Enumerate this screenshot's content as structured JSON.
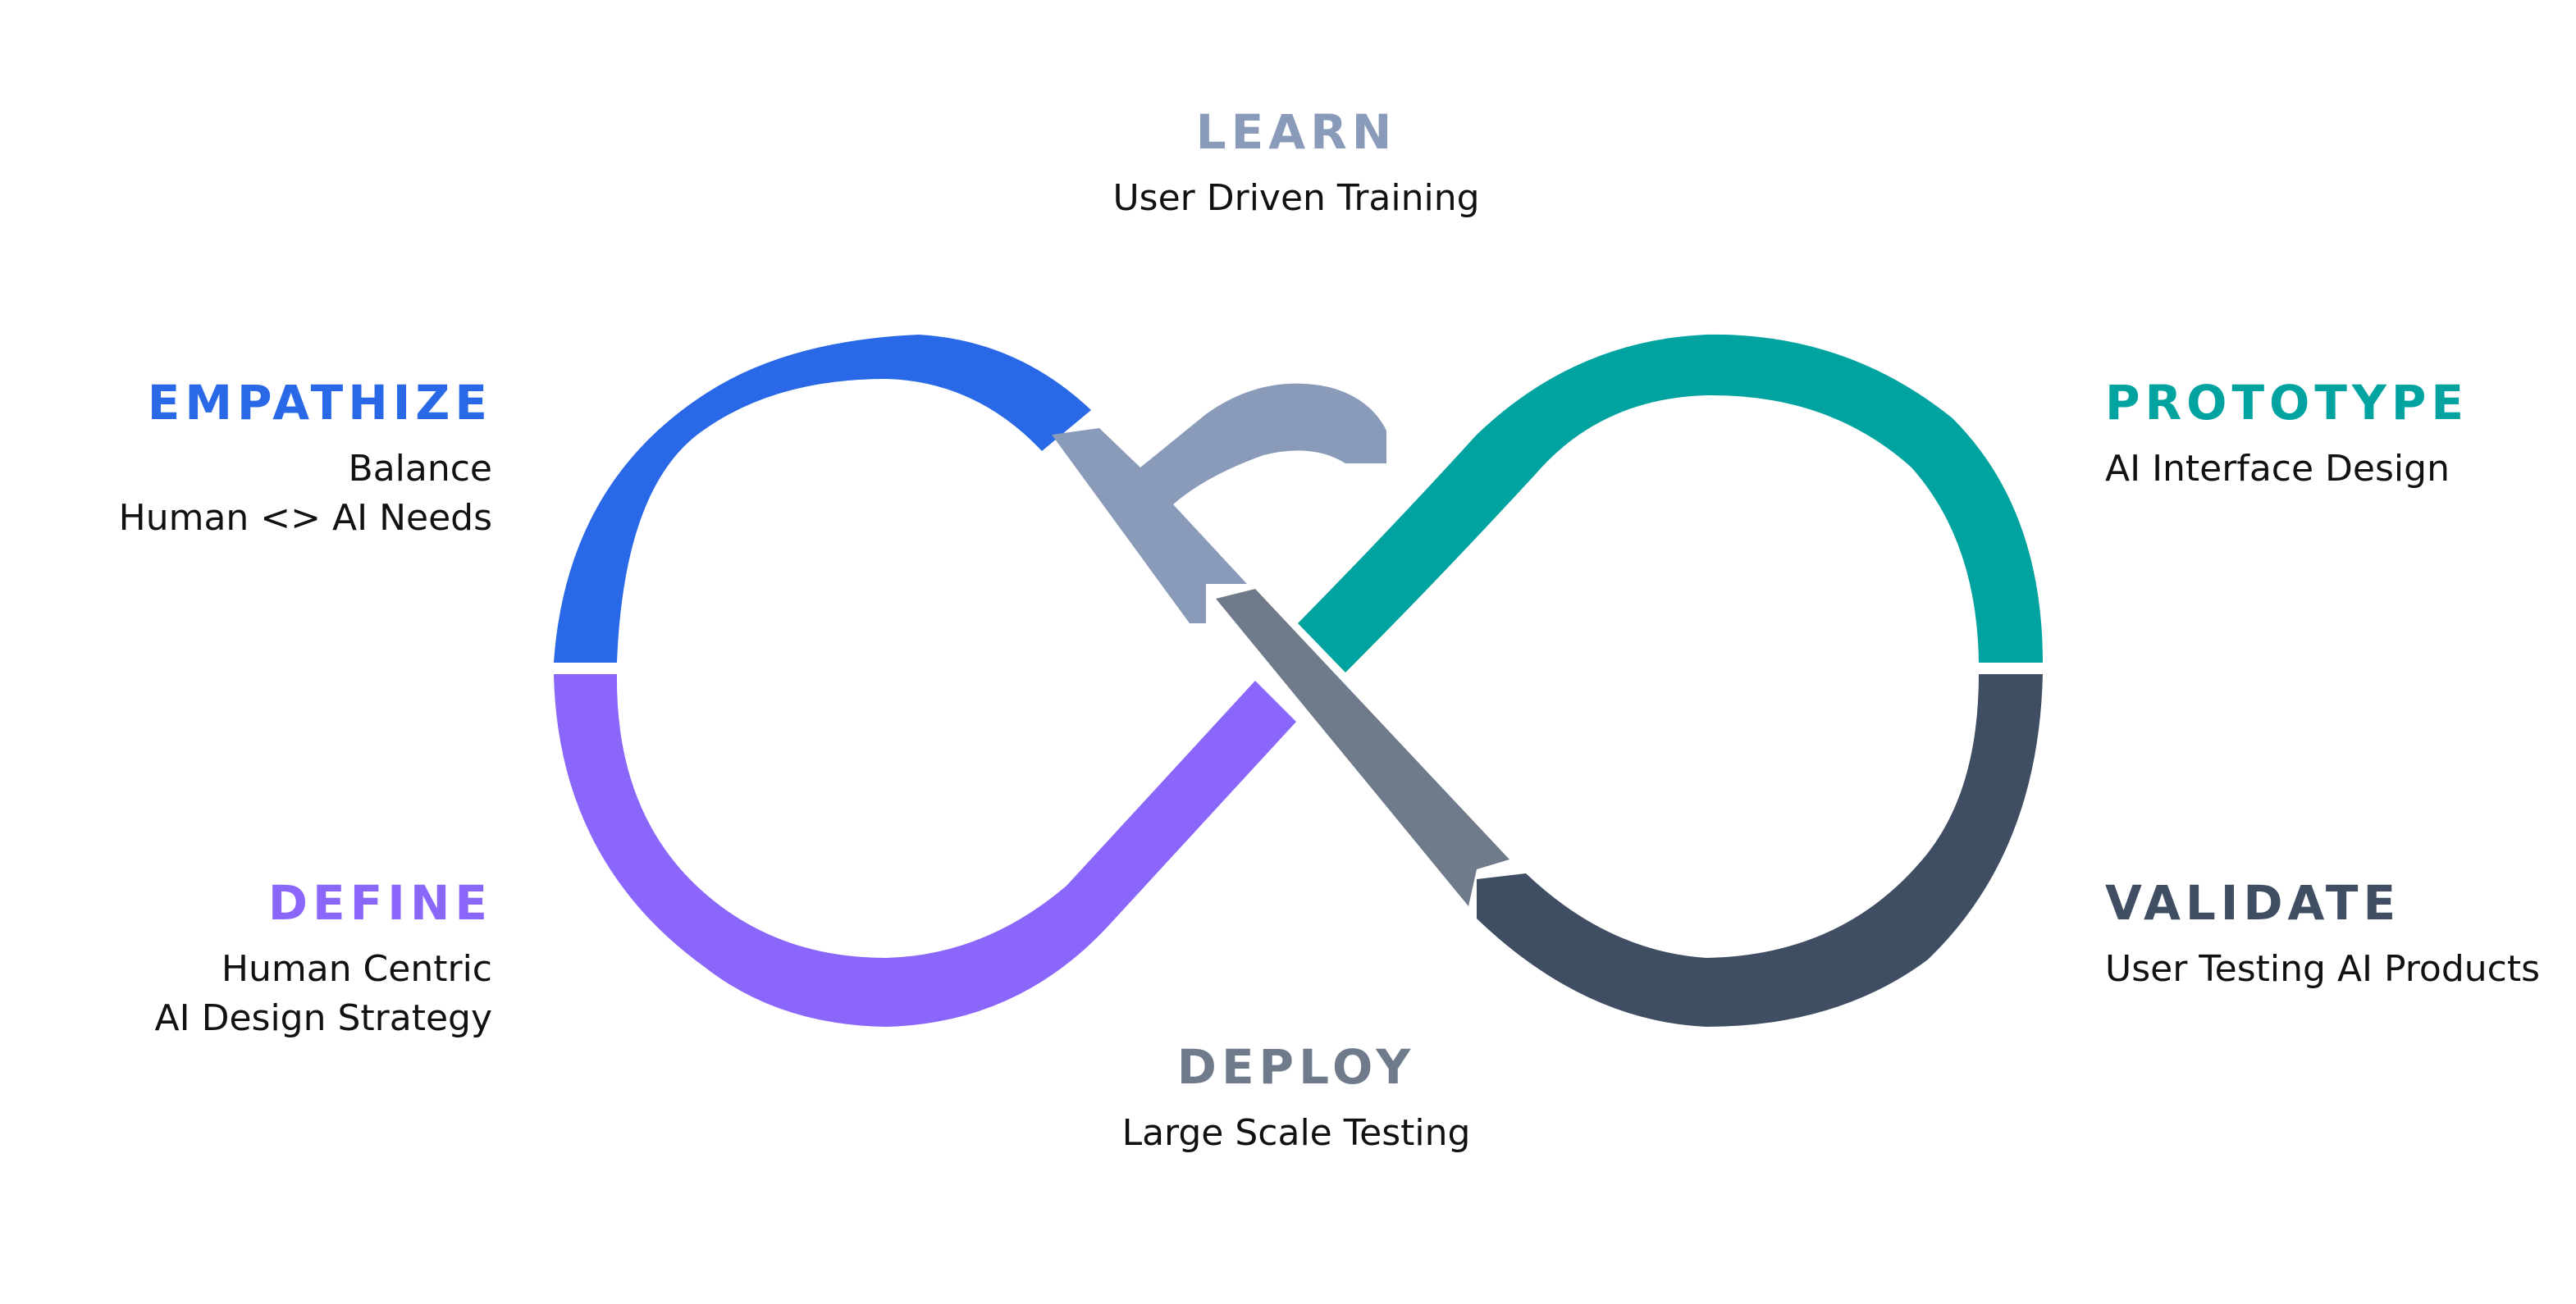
{
  "colors": {
    "empathize": "#2968e6",
    "define": "#8b66fb",
    "learn": "#8a9ab9",
    "deploy": "#6f7b8a",
    "prototype": "#00a3a0",
    "validate": "#404e64"
  },
  "stages": {
    "learn": {
      "title": "LEARN",
      "lines": [
        "User Driven Training"
      ]
    },
    "empathize": {
      "title": "EMPATHIZE",
      "lines": [
        "Balance",
        "Human <> AI Needs"
      ]
    },
    "define": {
      "title": "DEFINE",
      "lines": [
        "Human Centric",
        "AI Design Strategy"
      ]
    },
    "deploy": {
      "title": "DEPLOY",
      "lines": [
        "Large Scale Testing"
      ]
    },
    "prototype": {
      "title": "PROTOTYPE",
      "lines": [
        "AI Interface Design"
      ]
    },
    "validate": {
      "title": "VALIDATE",
      "lines": [
        "User Testing AI Products"
      ]
    }
  }
}
